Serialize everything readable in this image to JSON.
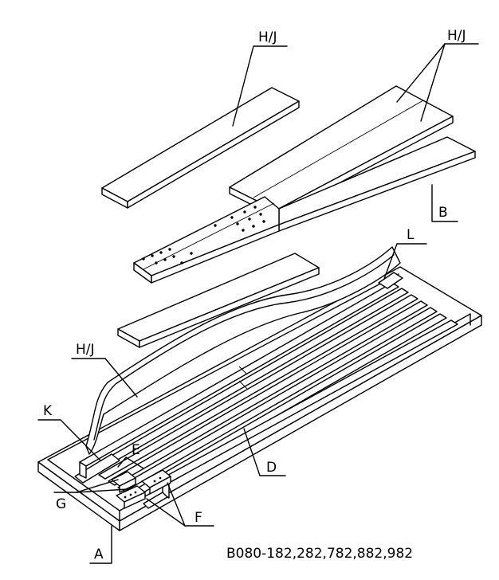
{
  "labels": {
    "hj_top_left": "H/J",
    "hj_top_right": "H/J",
    "b": "B",
    "l": "L",
    "hj_middle": "H/J",
    "k": "K",
    "e": "E",
    "g": "G",
    "d": "D",
    "f": "F",
    "a": "A"
  },
  "caption": "B080-182,282,782,882,982",
  "colors": {
    "line": "#000000",
    "background": "#ffffff"
  }
}
